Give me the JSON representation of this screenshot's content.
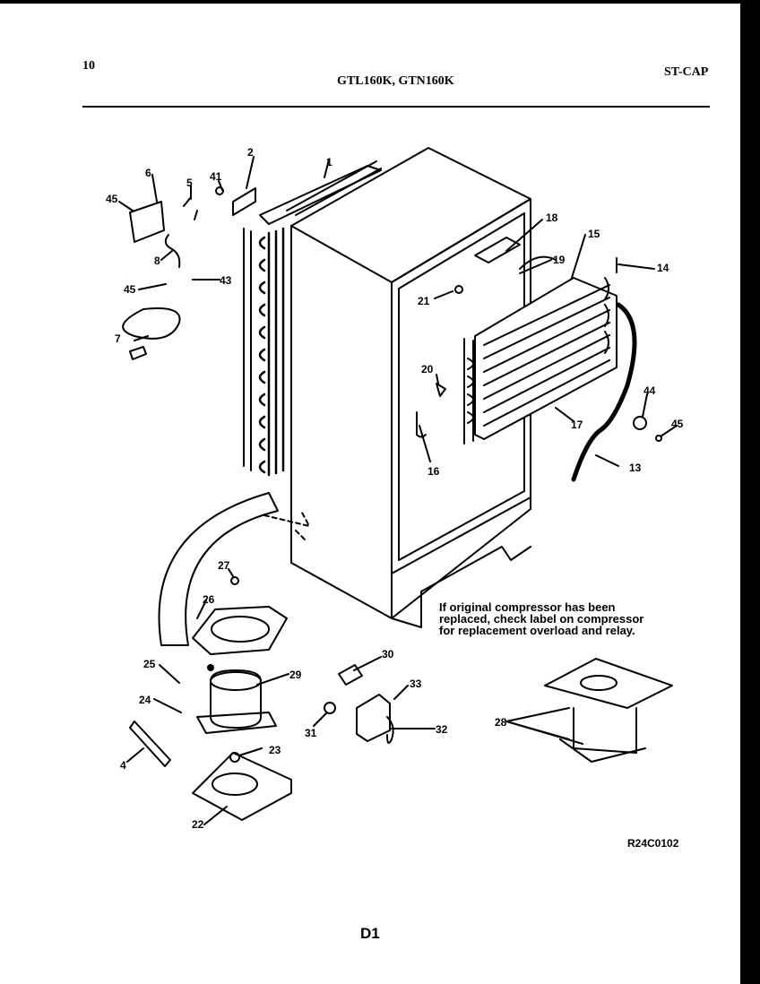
{
  "header": {
    "page_number": "10",
    "models": "GTL160K, GTN160K",
    "section": "ST-CAP"
  },
  "callouts": [
    "1",
    "2",
    "4",
    "5",
    "6",
    "7",
    "8",
    "13",
    "14",
    "15",
    "16",
    "17",
    "18",
    "19",
    "20",
    "21",
    "22",
    "23",
    "24",
    "25",
    "26",
    "27",
    "28",
    "29",
    "30",
    "31",
    "32",
    "33",
    "41",
    "43",
    "44",
    "45"
  ],
  "note": "If original compressor has been replaced, check label on compressor for replacement overload and relay.",
  "drawing_code": "R24C0102",
  "footer": "D1"
}
